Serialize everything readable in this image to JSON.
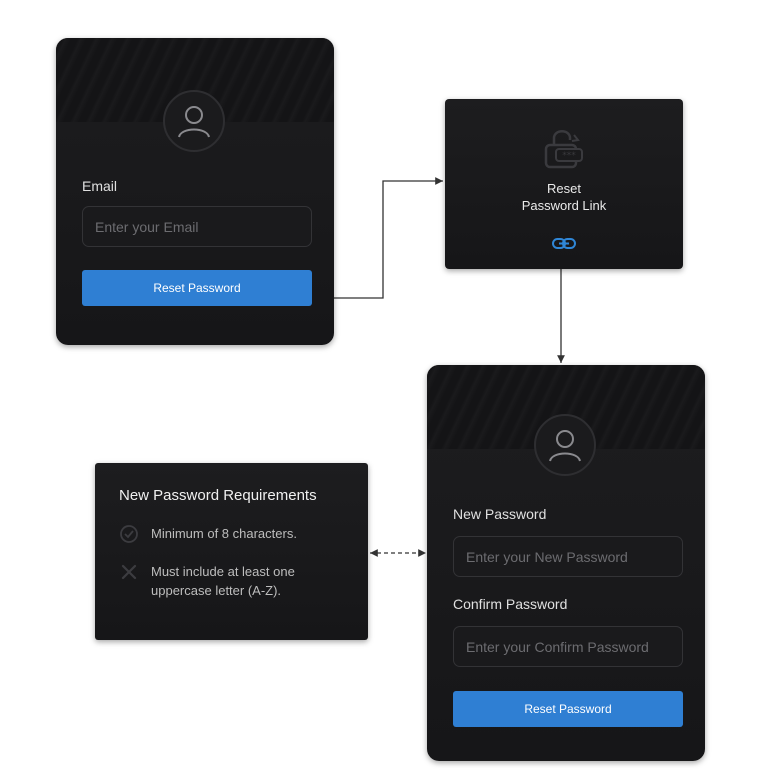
{
  "forgot_form": {
    "email_label": "Email",
    "email_placeholder": "Enter your Email",
    "reset_button": "Reset Password"
  },
  "reset_link_card": {
    "title_line1": "Reset",
    "title_line2": "Password Link"
  },
  "requirements": {
    "title": "New Password Requirements",
    "items": [
      {
        "text": "Minimum of 8 characters.",
        "status": "met"
      },
      {
        "text": "Must include at least one uppercase letter (A-Z).",
        "status": "not-met"
      }
    ]
  },
  "new_password_form": {
    "new_password_label": "New Password",
    "new_password_placeholder": "Enter your New Password",
    "confirm_password_label": "Confirm Password",
    "confirm_password_placeholder": "Enter your Confirm Password",
    "reset_button": "Reset Password"
  },
  "colors": {
    "accent": "#2f7fd3",
    "link_icon": "#2f86d6",
    "card_background": "#1a1a1c",
    "connector": "#333333"
  },
  "icons": [
    "user-avatar-icon",
    "padlock-password-icon",
    "link-icon",
    "check-icon",
    "x-icon"
  ]
}
